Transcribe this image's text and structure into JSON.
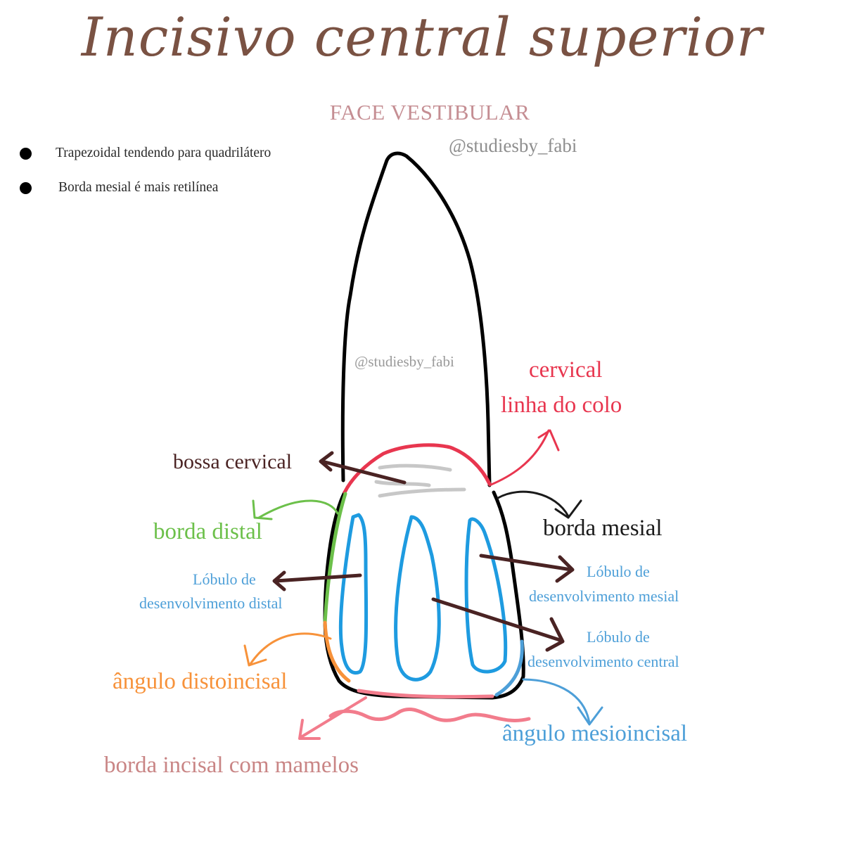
{
  "title": "Incisivo central superior",
  "subtitle": "FACE VESTIBULAR",
  "handle_top": "@studiesby_fabi",
  "handle_mid": "@studiesby_fabi",
  "bullets": [
    "Trapezoidal tendendo para quadrilátero",
    "Borda mesial é mais retilínea"
  ],
  "labels": {
    "cervical": "cervical",
    "linha_do_colo": "linha do colo",
    "bossa_cervical": "bossa cervical",
    "borda_mesial": "borda mesial",
    "borda_distal": "borda distal",
    "lobulo_distal_1": "Lóbulo de",
    "lobulo_distal_2": "desenvolvimento distal",
    "lobulo_mesial_1": "Lóbulo de",
    "lobulo_mesial_2": "desenvolvimento mesial",
    "lobulo_central_1": "Lóbulo de",
    "lobulo_central_2": "desenvolvimento central",
    "angulo_distoincisal": "ângulo distoincisal",
    "angulo_mesioincisal": "ângulo mesioincisal",
    "borda_incisal": "borda incisal com mamelos"
  },
  "colors": {
    "title": "#7a5243",
    "subtitle": "#c58e93",
    "outline": "#000000",
    "cervical": "#e8364f",
    "distal": "#6cc04a",
    "lobules": "#1e9be0",
    "angle_disto": "#f7923a",
    "angle_mesio": "#4d9fd8",
    "incisal": "#f27c8c",
    "arrows_dark": "#4a2323"
  }
}
